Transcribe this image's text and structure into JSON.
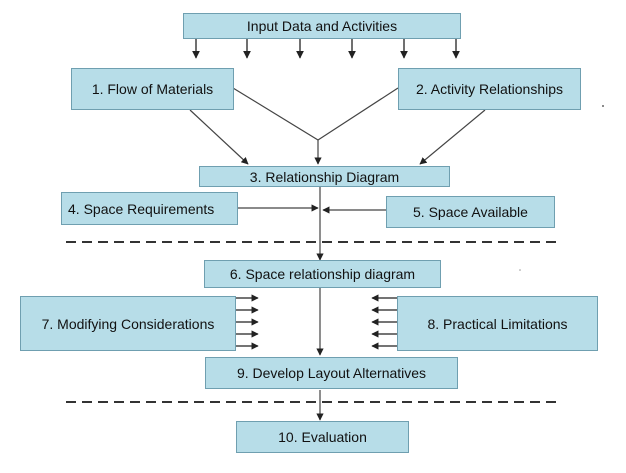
{
  "diagram": {
    "boxes": {
      "input": "Input Data and Activities",
      "flow": "1. Flow of Materials",
      "activity": "2. Activity Relationships",
      "relationship": "3. Relationship Diagram",
      "space_req": "4. Space Requirements",
      "space_avail": "5. Space Available",
      "space_rel": "6. Space relationship diagram",
      "modifying": "7. Modifying Considerations",
      "practical": "8. Practical Limitations",
      "develop": "9. Develop Layout Alternatives",
      "evaluation": "10. Evaluation"
    },
    "colors": {
      "box_fill": "#b7dde8",
      "box_border": "#6f9fb0",
      "line": "#333333"
    }
  }
}
